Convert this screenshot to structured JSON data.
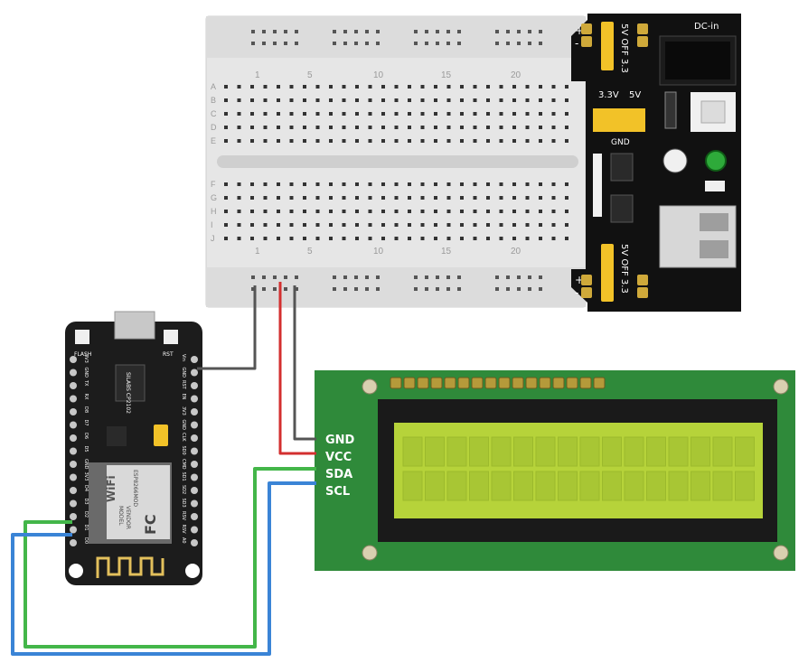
{
  "breadboard": {
    "columns_top": [
      "1",
      "5",
      "10",
      "15",
      "20"
    ],
    "columns_bottom": [
      "1",
      "5",
      "10",
      "15",
      "20"
    ],
    "rows_top": [
      "A",
      "B",
      "C",
      "D",
      "E"
    ],
    "rows_bottom": [
      "F",
      "G",
      "H",
      "I",
      "J"
    ]
  },
  "power_module": {
    "dc_in": "DC-in",
    "top_jumper": "5V OFF 3.3",
    "header_3v3": "3.3V",
    "header_5v": "5V",
    "gnd": "GND",
    "bottom_jumper": "5V OFF 3.3",
    "plus": "+",
    "minus": "-"
  },
  "nodemcu": {
    "flash": "FLASH",
    "rst": "RST",
    "chip": "SILABS CP2102",
    "module": "ESP8266MOD",
    "vendor": "VENDOR",
    "model": "MODEL",
    "wifi": "WiFi",
    "fc": "FC",
    "left_pins": [
      "A0",
      "RSV",
      "RSV",
      "SD3",
      "SD2",
      "SD1",
      "CMD",
      "SD0",
      "CLK",
      "GND",
      "3V3",
      "EN",
      "RST",
      "GND",
      "Vin"
    ],
    "right_pins": [
      "D0",
      "D1",
      "D2",
      "D3",
      "D4",
      "3V3",
      "GND",
      "D5",
      "D6",
      "D7",
      "D8",
      "RX",
      "TX",
      "GND",
      "3V3"
    ]
  },
  "lcd": {
    "pins": [
      "GND",
      "VCC",
      "SDA",
      "SCL"
    ]
  },
  "colors": {
    "wire_gnd": "#1a1a1a",
    "wire_vcc": "#d32f2f",
    "wire_sda": "#43b649",
    "wire_scl": "#3a84d6",
    "lcd_pcb": "#2f8a3a",
    "lcd_screen": "#b6d33a"
  }
}
